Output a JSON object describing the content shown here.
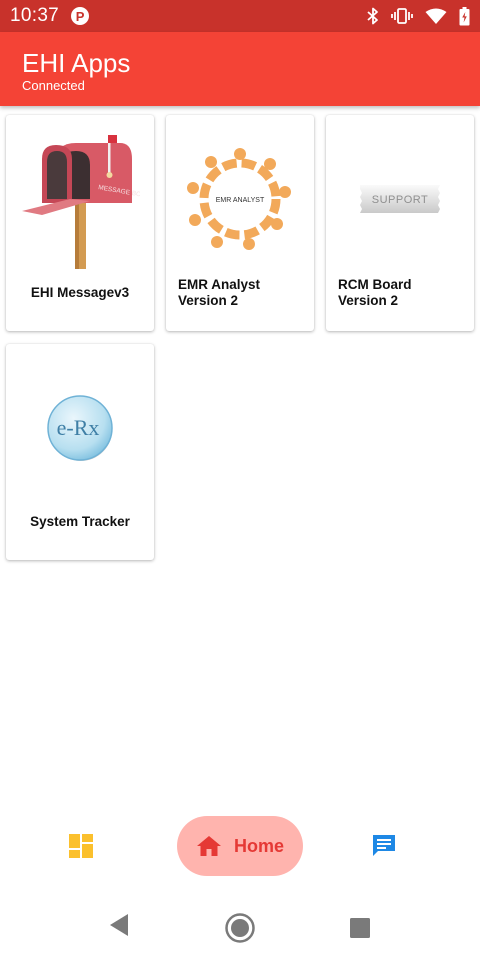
{
  "status_bar": {
    "time": "10:37",
    "notification_icon": "p-icon",
    "icons": [
      "bluetooth-icon",
      "vibrate-icon",
      "wifi-icon",
      "battery-icon"
    ]
  },
  "app_bar": {
    "title": "EHI Apps",
    "subtitle": "Connected"
  },
  "apps": [
    {
      "label": "EHI Messagev3",
      "icon": "mailbox-icon",
      "icon_text": "MESSAGE BOX"
    },
    {
      "label": "EMR Analyst Version 2",
      "icon": "emr-analyst-icon",
      "icon_text": "EMR ANALYST"
    },
    {
      "label": "RCM Board Version 2",
      "icon": "support-icon",
      "icon_text": "SUPPORT"
    },
    {
      "label": "System Tracker",
      "icon": "erx-icon",
      "icon_text": "e-Rx"
    }
  ],
  "bottom_nav": {
    "left_icon": "dashboard-icon",
    "home_label": "Home",
    "home_icon": "home-icon",
    "right_icon": "chat-icon"
  },
  "colors": {
    "status_bar": "#c8322b",
    "app_bar": "#f44336",
    "home_pill": "#ffb4ae",
    "home_text": "#e53935",
    "dashboard_icon": "#fbc02d",
    "chat_icon": "#1e88e5"
  },
  "system_nav": [
    "back-icon",
    "home-circle-icon",
    "recents-icon"
  ]
}
